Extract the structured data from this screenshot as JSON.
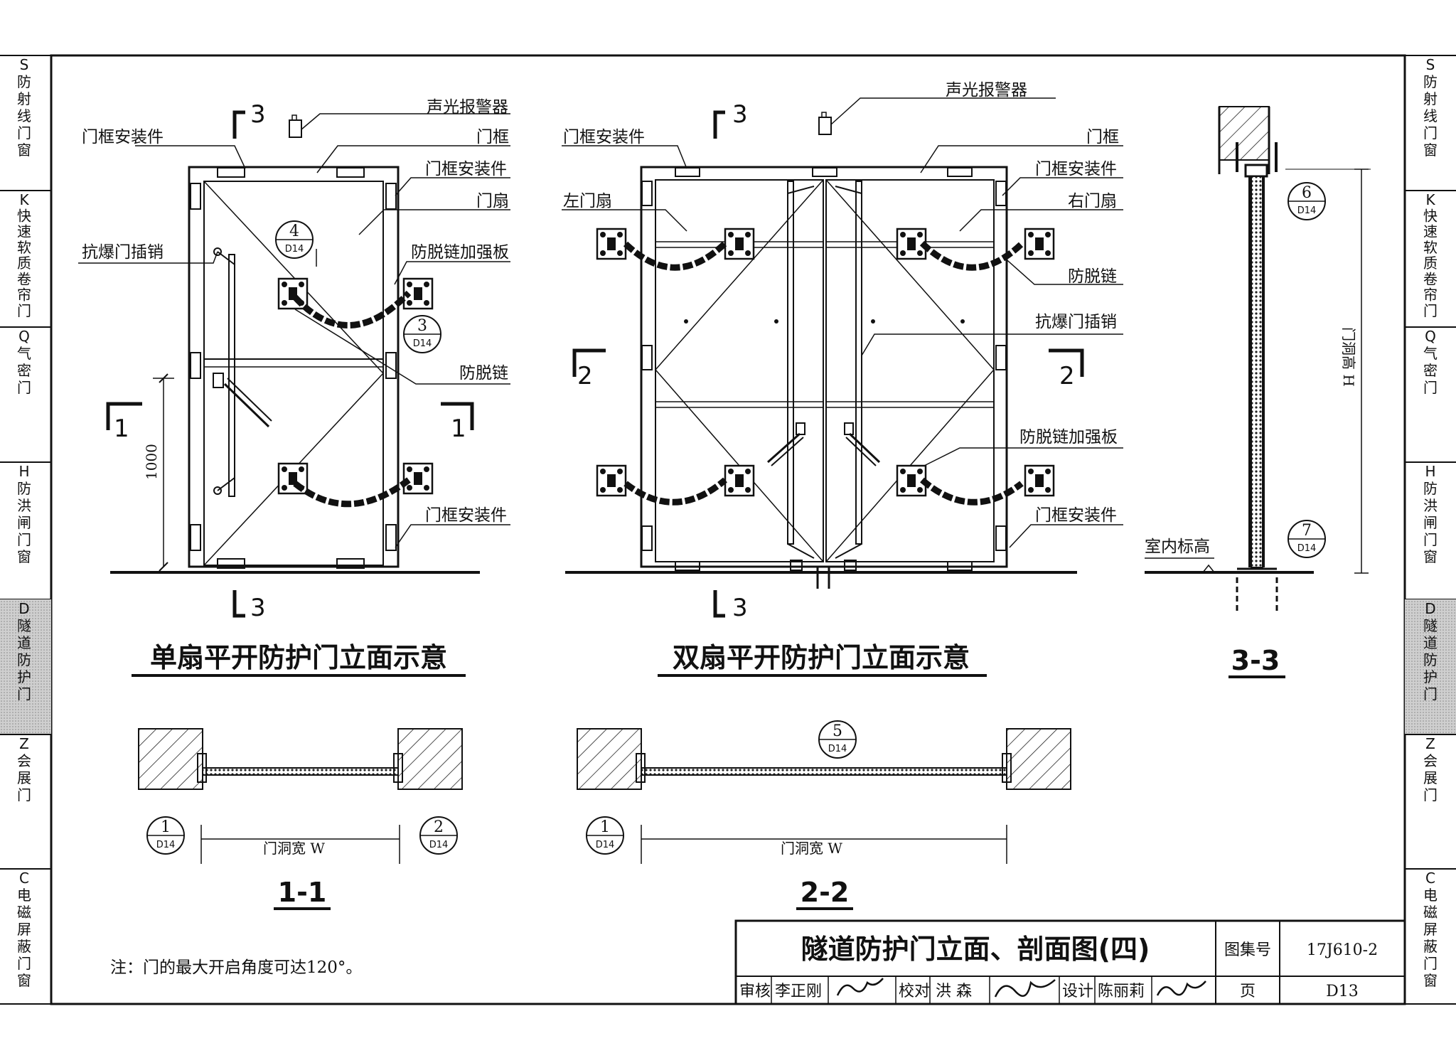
{
  "side_tabs": [
    {
      "code": "S",
      "chars": [
        "防",
        "射",
        "线",
        "门",
        "窗"
      ],
      "active": false
    },
    {
      "code": "K",
      "chars": [
        "快",
        "速",
        "软",
        "质",
        "卷",
        "帘",
        "门"
      ],
      "active": false
    },
    {
      "code": "Q",
      "chars": [
        "气",
        "密",
        "门"
      ],
      "active": false
    },
    {
      "code": "H",
      "chars": [
        "防",
        "洪",
        "闸",
        "门",
        "窗"
      ],
      "active": false
    },
    {
      "code": "D",
      "chars": [
        "隧",
        "道",
        "防",
        "护",
        "门"
      ],
      "active": true
    },
    {
      "code": "Z",
      "chars": [
        "会",
        "展",
        "门"
      ],
      "active": false
    },
    {
      "code": "C",
      "chars": [
        "电",
        "磁",
        "屏",
        "蔽",
        "门",
        "窗"
      ],
      "active": false
    }
  ],
  "single_door": {
    "title": "单扇平开防护门立面示意",
    "labels": {
      "alarm": "声光报警器",
      "frame_fitting_left": "门框安装件",
      "frame": "门框",
      "frame_fitting_right": "门框安装件",
      "leaf": "门扇",
      "bolt": "抗爆门插销",
      "plate": "防脱链加强板",
      "chain": "防脱链",
      "frame_fitting_bottom": "门框安装件"
    },
    "dim_1000": "1000",
    "bubble_4": {
      "num": "4",
      "sheet": "D14"
    },
    "bubble_3": {
      "num": "3",
      "sheet": "D14"
    },
    "cut_3": "3",
    "cut_1": "1"
  },
  "double_door": {
    "title": "双扇平开防护门立面示意",
    "labels": {
      "alarm": "声光报警器",
      "frame_fitting_left": "门框安装件",
      "frame": "门框",
      "frame_fitting_right": "门框安装件",
      "left_leaf": "左门扇",
      "right_leaf": "右门扇",
      "chain": "防脱链",
      "bolt": "抗爆门插销",
      "plate": "防脱链加强板",
      "frame_fitting_bottom": "门框安装件"
    },
    "cut_3": "3",
    "cut_2": "2"
  },
  "section_33": {
    "title": "3-3",
    "height_label": "门洞高 H",
    "floor_label": "室内标高",
    "bubble_6": {
      "num": "6",
      "sheet": "D14"
    },
    "bubble_7": {
      "num": "7",
      "sheet": "D14"
    }
  },
  "section_11": {
    "title": "1-1",
    "width_label": "门洞宽 W",
    "bubble_1": {
      "num": "1",
      "sheet": "D14"
    },
    "bubble_2": {
      "num": "2",
      "sheet": "D14"
    }
  },
  "section_22": {
    "title": "2-2",
    "width_label": "门洞宽 W",
    "bubble_5": {
      "num": "5",
      "sheet": "D14"
    },
    "bubble_1": {
      "num": "1",
      "sheet": "D14"
    }
  },
  "note": "注：门的最大开启角度可达120°。",
  "title_block": {
    "title": "隧道防护门立面、剖面图(四)",
    "atlas_label": "图集号",
    "atlas_no": "17J610-2",
    "review_label": "审核",
    "reviewer": "李正刚",
    "check_label": "校对",
    "checker": "洪 森",
    "design_label": "设计",
    "designer": "陈丽莉",
    "page_label": "页",
    "page_no": "D13"
  }
}
